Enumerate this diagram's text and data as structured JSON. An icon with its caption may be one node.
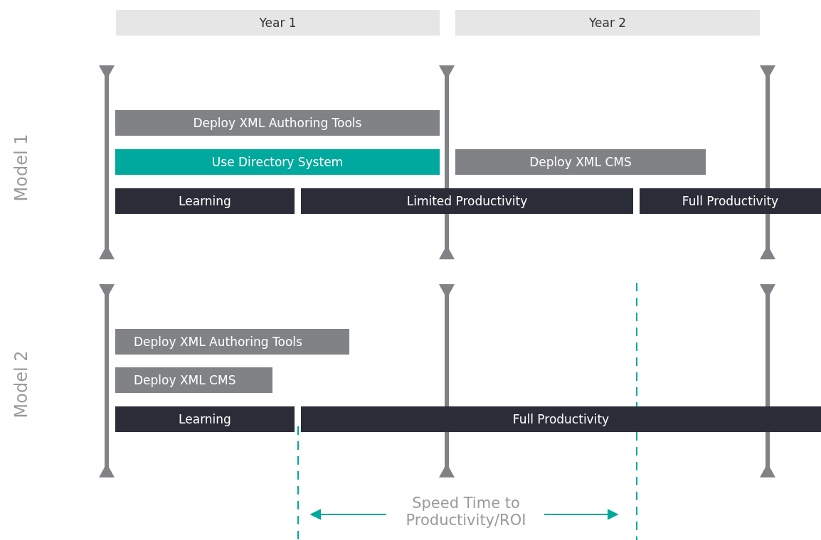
{
  "diagram": {
    "nodes": [
      {
        "text": [
          "Year 1"
        ]
      },
      {
        "text": [
          "Year 2"
        ]
      },
      {
        "text": [
          "Deploy XML Authoring Tools"
        ]
      },
      {
        "text": [
          "Use Directory System"
        ]
      },
      {
        "text": [
          "Deploy XML CMS"
        ]
      },
      {
        "text": [
          "Learning"
        ]
      },
      {
        "text": [
          "Limited Productivity"
        ]
      },
      {
        "text": [
          "Full Productivity"
        ]
      },
      {
        "text": [
          "Deploy XML Authoring Tools"
        ]
      },
      {
        "text": [
          "Deploy XML CMS"
        ]
      },
      {
        "text": [
          "Learning"
        ]
      },
      {
        "text": [
          "Full Productivity"
        ]
      }
    ],
    "edges": [],
    "labels": [
      "Model 1",
      "Model 2",
      "Speed Time to Productivity/ROI"
    ]
  }
}
